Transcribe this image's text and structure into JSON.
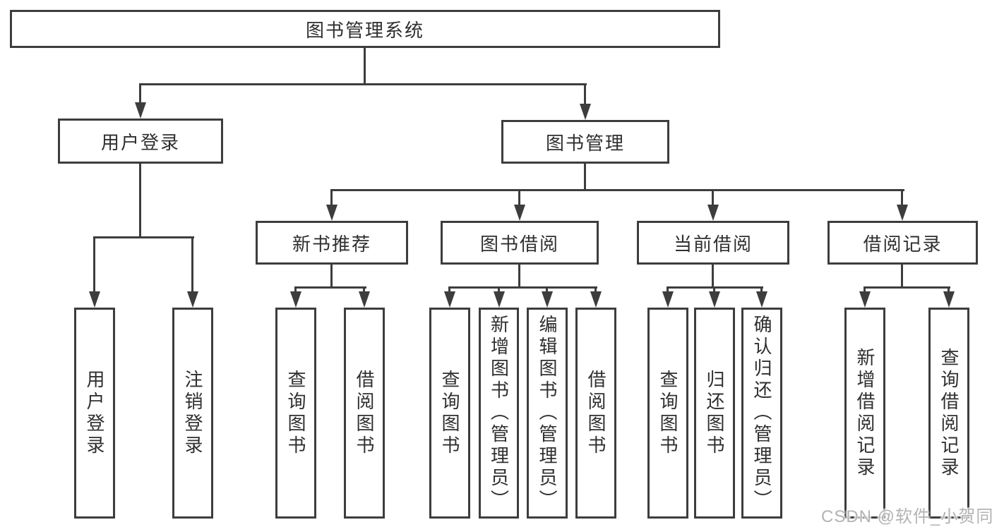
{
  "root": {
    "label": "图书管理系统"
  },
  "branches": {
    "user_login": {
      "label": "用户登录",
      "children": [
        {
          "label": "用户登录"
        },
        {
          "label": "注销登录"
        }
      ]
    },
    "book_management": {
      "label": "图书管理",
      "groups": [
        {
          "label": "新书推荐",
          "children": [
            {
              "label": "查询图书"
            },
            {
              "label": "借阅图书"
            }
          ]
        },
        {
          "label": "图书借阅",
          "children": [
            {
              "label": "查询图书"
            },
            {
              "label": "新增图书（管理员）"
            },
            {
              "label": "编辑图书（管理员）"
            },
            {
              "label": "借阅图书"
            }
          ]
        },
        {
          "label": "当前借阅",
          "children": [
            {
              "label": "查询图书"
            },
            {
              "label": "归还图书"
            },
            {
              "label": "确认归还（管理员）"
            }
          ]
        },
        {
          "label": "借阅记录",
          "children": [
            {
              "label": "新增借阅记录"
            },
            {
              "label": "查询借阅记录"
            }
          ]
        }
      ]
    }
  },
  "watermark": {
    "text": "CSDN @软件_小贺同学"
  },
  "colors": {
    "line": "#3d3d3d",
    "box_border": "#3d3d3d",
    "text": "#2f2f2f",
    "background": "#ffffff",
    "watermark": "#b3b3b3"
  }
}
